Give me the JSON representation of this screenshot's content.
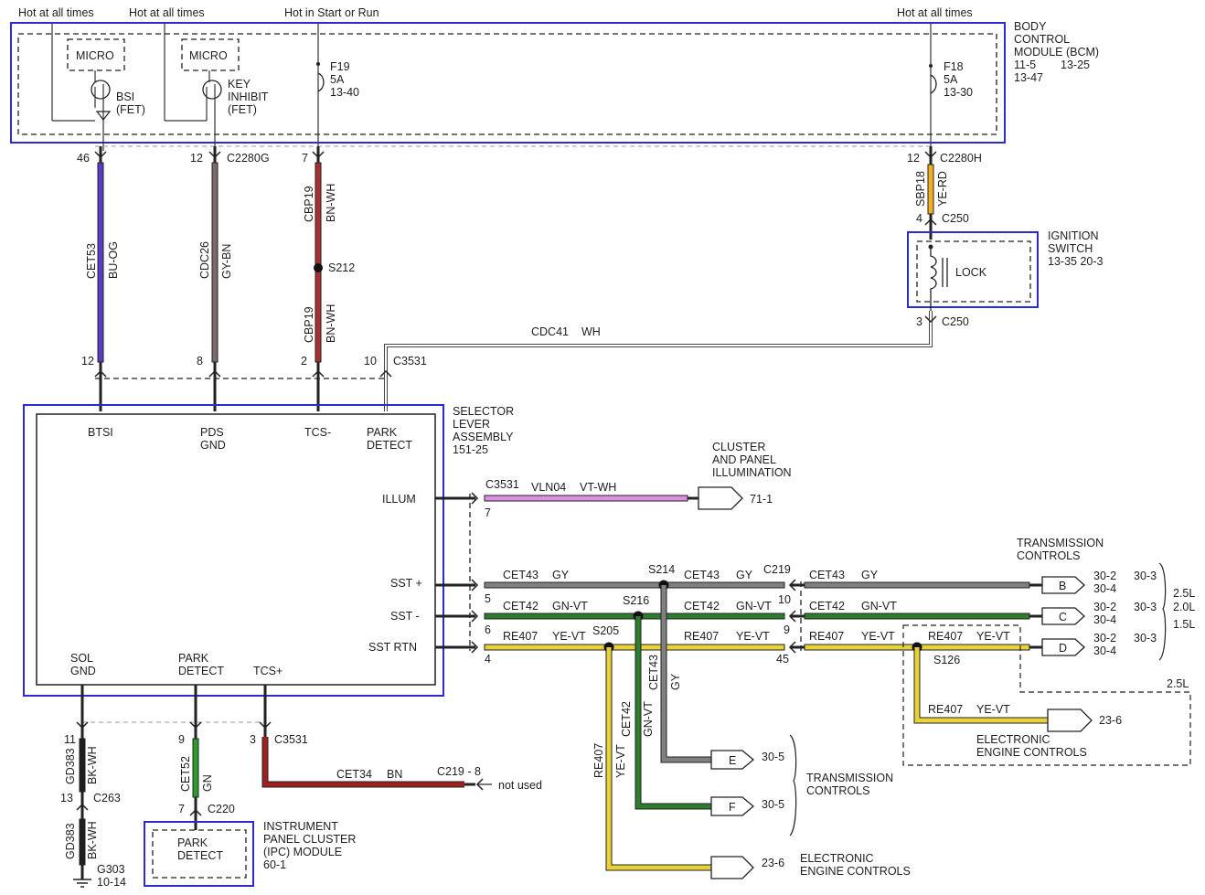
{
  "colors": {
    "blue_box": "#2b2bd0",
    "bu_og": "#5a3cc8",
    "gy_bn": "#7a6a6a",
    "bn_wh": "#a83030",
    "ye_rd": "#f0b020",
    "gy": "#808080",
    "gn_vt": "#2e7d2e",
    "ye_vt": "#e8d23a",
    "vt_wh": "#e090e0",
    "gn": "#2e9a2e",
    "bk_wh": "#1e1e1e",
    "bn": "#a02020"
  },
  "top_labels": {
    "hot1": "Hot at all times",
    "hot2": "Hot at all times",
    "hot3": "Hot in Start or Run",
    "hot4": "Hot at all times"
  },
  "bcm": {
    "title_1": "BODY",
    "title_2": "CONTROL",
    "title_3": "MODULE (BCM)",
    "ref_1": "11-5",
    "ref_2": "13-25",
    "ref_3": "13-47",
    "micro_1": "MICRO",
    "micro_2": "MICRO",
    "bsi_1": "BSI",
    "bsi_2": "(FET)",
    "key_1": "KEY",
    "key_2": "INHIBIT",
    "key_3": "(FET)",
    "f19_1": "F19",
    "f19_2": "5A",
    "f19_3": "13-40",
    "f18_1": "F18",
    "f18_2": "5A",
    "f18_3": "13-30"
  },
  "connectors": {
    "pin46": "46",
    "pin12a": "12",
    "c2280g": "C2280G",
    "pin7a": "7",
    "pin12b": "12",
    "c2280h": "C2280H",
    "pin4": "4",
    "c250a": "C250",
    "pin3a": "3",
    "c250b": "C250",
    "pin12c": "12",
    "pin8": "8",
    "pin2": "2",
    "pin10a": "10",
    "c3531a": "C3531",
    "s212": "S212"
  },
  "wires": {
    "cet53": "CET53",
    "bu_og": "BU-OG",
    "cdc26": "CDC26",
    "gy_bn": "GY-BN",
    "cbp19a": "CBP19",
    "bn_wh_a": "BN-WH",
    "cbp19b": "CBP19",
    "bn_wh_b": "BN-WH",
    "sbp18": "SBP18",
    "ye_rd": "YE-RD",
    "cdc41": "CDC41",
    "wh": "WH"
  },
  "ignition": {
    "t1": "IGNITION",
    "t2": "SWITCH",
    "ref": "13-35  20-3",
    "lock": "LOCK"
  },
  "selector": {
    "t1": "SELECTOR",
    "t2": "LEVER",
    "t3": "ASSEMBLY",
    "ref": "151-25",
    "btsi": "BTSI",
    "pds_1": "PDS",
    "pds_2": "GND",
    "tcs_minus": "TCS-",
    "park_1": "PARK",
    "park_2": "DETECT",
    "illum": "ILLUM",
    "sst_plus": "SST +",
    "sst_minus": "SST -",
    "sst_rtn": "SST RTN",
    "sol_1": "SOL",
    "sol_2": "GND",
    "pd2_1": "PARK",
    "pd2_2": "DETECT",
    "tcs_plus": "TCS+"
  },
  "illum_circuit": {
    "c3531": "C3531",
    "vln04": "VLN04",
    "vt_wh": "VT-WH",
    "pin7": "7",
    "dest": "71-1",
    "t1": "CLUSTER",
    "t2": "AND PANEL",
    "t3": "ILLUMINATION"
  },
  "trans_circuits": {
    "cet43_a": "CET43",
    "gy_a": "GY",
    "s214": "S214",
    "cet43_b": "CET43",
    "gy_b": "GY",
    "c219": "C219",
    "cet43_c": "CET43",
    "gy_c": "GY",
    "pin5": "5",
    "cet42_a": "CET42",
    "gnvt_a": "GN-VT",
    "s216": "S216",
    "cet42_b": "CET42",
    "gnvt_b": "GN-VT",
    "pin10": "10",
    "cet42_c": "CET42",
    "gnvt_c": "GN-VT",
    "pin6": "6",
    "re407_a": "RE407",
    "yevt_a": "YE-VT",
    "s205": "S205",
    "re407_b": "RE407",
    "yevt_b": "YE-VT",
    "pin9": "9",
    "re407_c": "RE407",
    "yevt_c": "YE-VT",
    "re407_d": "RE407",
    "yevt_d": "YE-VT",
    "pin4": "4",
    "pin45": "45",
    "s126": "S126",
    "tc_1": "TRANSMISSION",
    "tc_2": "CONTROLS",
    "b": "B",
    "c": "C",
    "d": "D",
    "b_r1": "30-2",
    "b_r2": "30-3",
    "b_r3": "30-4",
    "c_r1": "30-2",
    "c_r2": "30-3",
    "c_r3": "30-4",
    "d_r1": "30-2",
    "d_r2": "30-3",
    "d_r3": "30-4",
    "eng_25": "2.5L",
    "eng_20": "2.0L",
    "eng_15": "1.5L",
    "eng_25b": "2.5L",
    "re407_e": "RE407",
    "yevt_e": "YE-VT",
    "ec_ref": "23-6",
    "ec_1": "ELECTRONIC",
    "ec_2": "ENGINE CONTROLS",
    "cet43_v": "CET43",
    "gy_v": "GY",
    "cet42_v": "CET42",
    "gnvt_v": "GN-VT",
    "re407_v": "RE407",
    "yevt_v": "YE-VT",
    "e": "E",
    "f": "F",
    "e_ref": "30-5",
    "f_ref": "30-5",
    "tc2_1": "TRANSMISSION",
    "tc2_2": "CONTROLS",
    "ec2_ref": "23-6",
    "ec2_1": "ELECTRONIC",
    "ec2_2": "ENGINE CONTROLS"
  },
  "bottom": {
    "pin11": "11",
    "gd383a": "GD383",
    "bkwh_a": "BK-WH",
    "pin13": "13",
    "c263": "C263",
    "gd383b": "GD383",
    "bkwh_b": "BK-WH",
    "g303": "G303",
    "g303_ref": "10-14",
    "pin9": "9",
    "cet52": "CET52",
    "gn": "GN",
    "pin7": "7",
    "c220": "C220",
    "pin3": "3",
    "c3531": "C3531",
    "cet34": "CET34",
    "bn": "BN",
    "c219_8": "C219 - 8",
    "not_used": "not used",
    "ipc_1": "INSTRUMENT",
    "ipc_2": "PANEL CLUSTER",
    "ipc_3": "(IPC) MODULE",
    "ipc_ref": "60-1",
    "pd_1": "PARK",
    "pd_2": "DETECT"
  }
}
